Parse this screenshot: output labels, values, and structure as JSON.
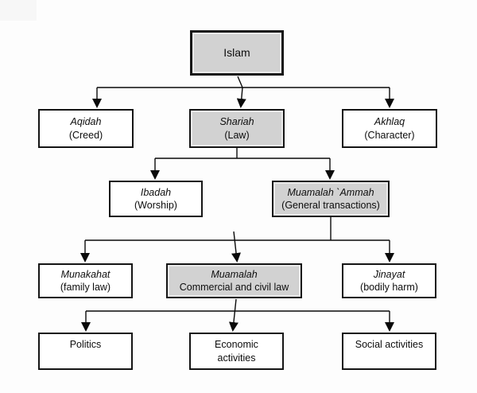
{
  "diagram": {
    "type": "hierarchy-flowchart",
    "background": "#fdfdfd",
    "colors": {
      "box_border": "#151515",
      "box_fill_highlighted": "#d2d2d2",
      "box_fill_plain": "#ffffff",
      "box_inner_edge": "#e9e9e9",
      "connector_line": "#0a0a0a"
    },
    "nodes": {
      "islam": {
        "line1": "Islam",
        "line2": "",
        "highlighted": true
      },
      "aqidah": {
        "line1": "Aqidah",
        "line2": "(Creed)",
        "highlighted": false
      },
      "shariah": {
        "line1": "Shariah",
        "line2": "(Law)",
        "highlighted": true
      },
      "akhlaq": {
        "line1": "Akhlaq",
        "line2": "(Character)",
        "highlighted": false
      },
      "ibadah": {
        "line1": "Ibadah",
        "line2": "(Worship)",
        "highlighted": false
      },
      "muamalah_ammah": {
        "line1": "Muamalah `Ammah",
        "line2": "(General transactions)",
        "highlighted": true
      },
      "munakahat": {
        "line1": "Munakahat",
        "line2": "(family law)",
        "highlighted": false
      },
      "muamalah": {
        "line1": "Muamalah",
        "line2": "Commercial and civil law",
        "highlighted": true
      },
      "jinayat": {
        "line1": "Jinayat",
        "line2": "(bodily harm)",
        "highlighted": false
      },
      "politics": {
        "line1": "Politics",
        "line2": "",
        "highlighted": false
      },
      "economic": {
        "line1": "Economic",
        "line2": "activities",
        "highlighted": false
      },
      "social": {
        "line1": "Social activities",
        "line2": "",
        "highlighted": false
      }
    },
    "edges": [
      {
        "from": "islam",
        "to": "aqidah"
      },
      {
        "from": "islam",
        "to": "shariah"
      },
      {
        "from": "islam",
        "to": "akhlaq"
      },
      {
        "from": "shariah",
        "to": "ibadah"
      },
      {
        "from": "shariah",
        "to": "muamalah_ammah"
      },
      {
        "from": "muamalah_ammah",
        "to": "munakahat"
      },
      {
        "from": "muamalah_ammah",
        "to": "muamalah"
      },
      {
        "from": "muamalah_ammah",
        "to": "jinayat"
      },
      {
        "from": "muamalah",
        "to": "politics"
      },
      {
        "from": "muamalah",
        "to": "economic"
      },
      {
        "from": "muamalah",
        "to": "social"
      }
    ]
  }
}
